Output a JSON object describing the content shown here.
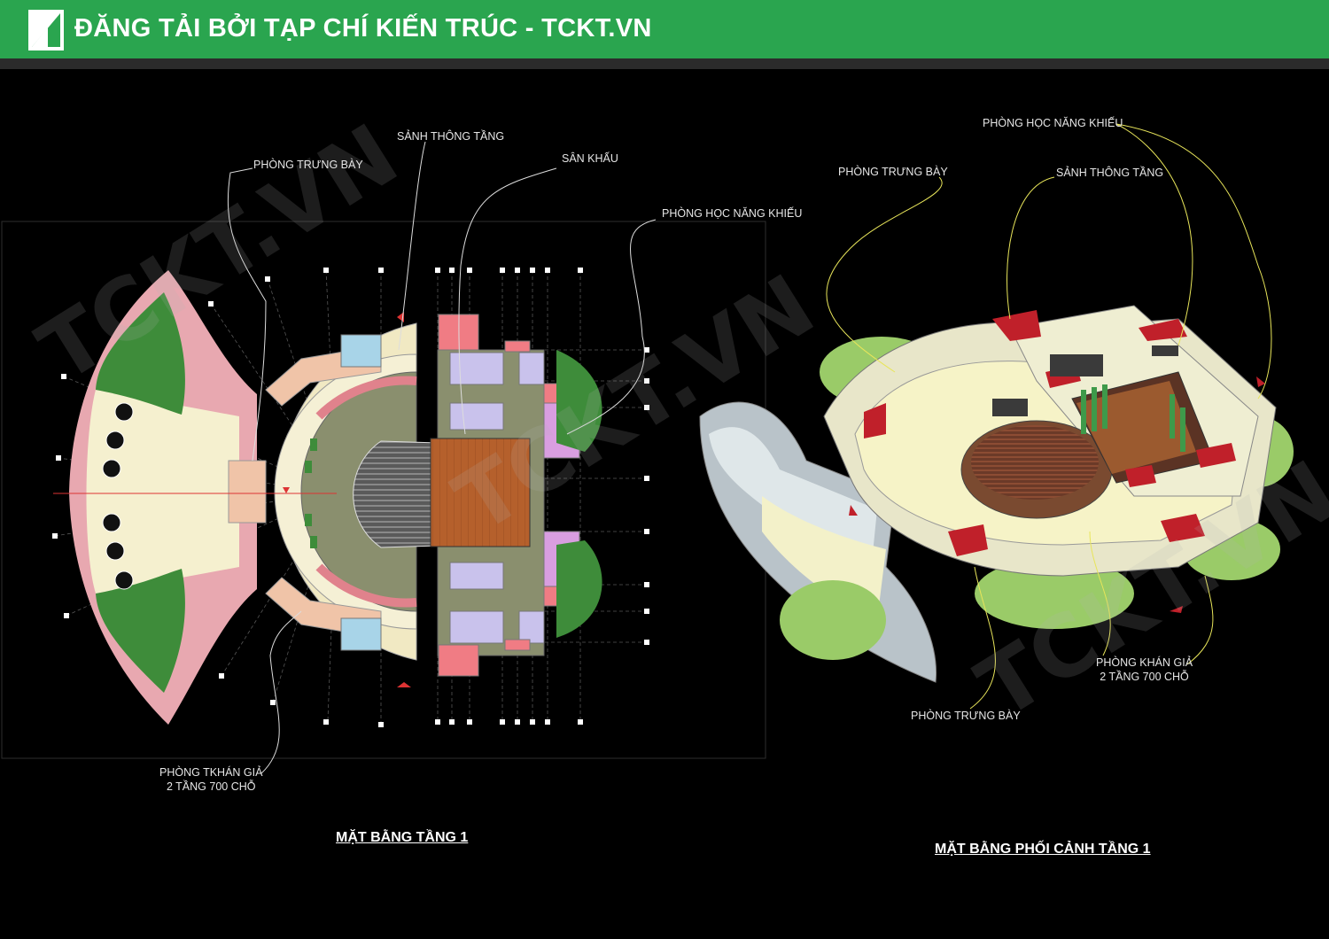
{
  "banner": {
    "title": "ĐĂNG TẢI BỞI TẠP CHÍ KIẾN TRÚC - TCKT.VN",
    "color": "#2aa54f"
  },
  "watermark": "TCKT.VN",
  "left_plan": {
    "labels": {
      "phong_trung_bay": "PHÒNG TRƯNG BÀY",
      "sanh_thong_tang": "SẢNH THÔNG TẦNG",
      "san_khau": "SÂN KHẤU",
      "phong_hoc_nang_khieu": "PHÒNG HỌC NĂNG KHIẾU",
      "phong_khan_gia_1": "PHÒNG TKHÁN GIẢ",
      "phong_khan_gia_2": "2 TẦNG 700 CHỖ"
    },
    "caption": "MẶT BẰNG TẦNG 1"
  },
  "right_plan": {
    "labels": {
      "phong_hoc_nang_khieu": "PHÒNG HỌC NĂNG KHIẾU",
      "phong_trung_bay_top": "PHÒNG TRƯNG BÀY",
      "sanh_thong_tang": "SẢNH THÔNG TẦNG",
      "phong_khan_gia_1": "PHÒNG KHÁN GIẢ",
      "phong_khan_gia_2": "2 TẦNG 700 CHỖ",
      "phong_trung_bay_bottom": "PHÒNG TRƯNG BÀY"
    },
    "caption": "MẶT BẰNG PHỐI CẢNH TẦNG 1"
  }
}
